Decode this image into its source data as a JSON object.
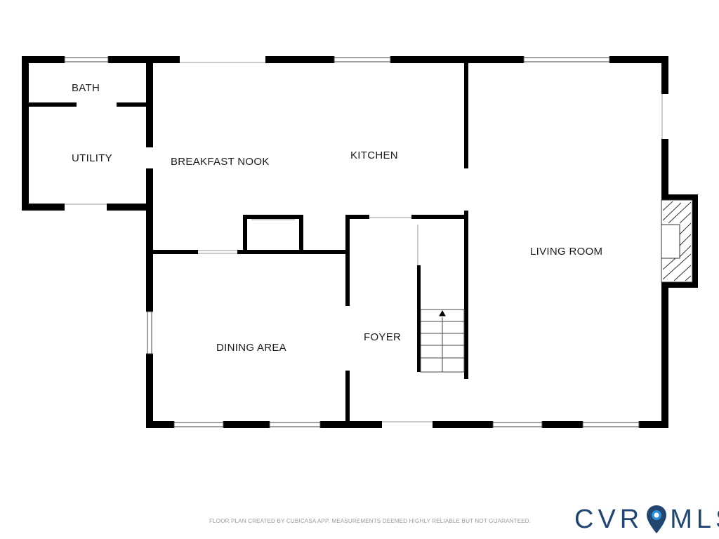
{
  "rooms": {
    "bath": "BATH",
    "utility": "UTILITY",
    "breakfast_nook": "BREAKFAST NOOK",
    "kitchen": "KITCHEN",
    "living_room": "LIVING ROOM",
    "dining_area": "DINING AREA",
    "foyer": "FOYER"
  },
  "footer": {
    "disclaimer": "FLOOR PLAN CREATED BY CUBICASA APP. MEASUREMENTS DEEMED HIGHLY RELIABLE BUT NOT GUARANTEED."
  },
  "logo": {
    "left_text": "CVR",
    "right_text": "MLS",
    "color": "#22466f",
    "accent_color": "#2f8fd6",
    "pin_icon": "map-pin-icon"
  },
  "colors": {
    "wall": "#000000",
    "window": "#ffffff",
    "window_line": "#444444"
  }
}
